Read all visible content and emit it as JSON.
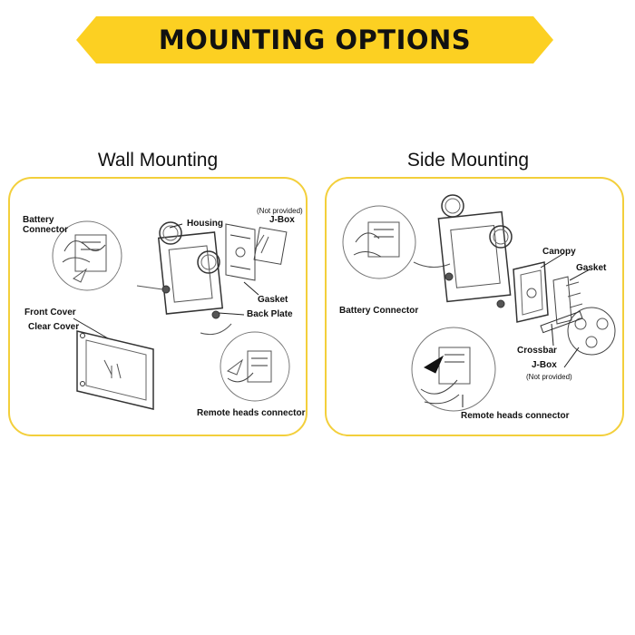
{
  "header": {
    "title": "MOUNTING OPTIONS",
    "banner_color": "#fcd022"
  },
  "panel_border_color": "#f3cf3b",
  "wall": {
    "title": "Wall Mounting",
    "labels": {
      "battery_connector": "Battery\nConnector",
      "housing": "Housing",
      "not_provided": "(Not provided)",
      "jbox": "J-Box",
      "gasket": "Gasket",
      "back_plate": "Back Plate",
      "front_cover": "Front Cover",
      "clear_cover": "Clear Cover",
      "remote_heads": "Remote heads connector"
    }
  },
  "side": {
    "title": "Side Mounting",
    "labels": {
      "battery_connector": "Battery Connector",
      "canopy": "Canopy",
      "gasket": "Gasket",
      "crossbar": "Crossbar",
      "jbox": "J-Box",
      "not_provided": "(Not provided)",
      "remote_heads": "Remote heads connector"
    }
  }
}
